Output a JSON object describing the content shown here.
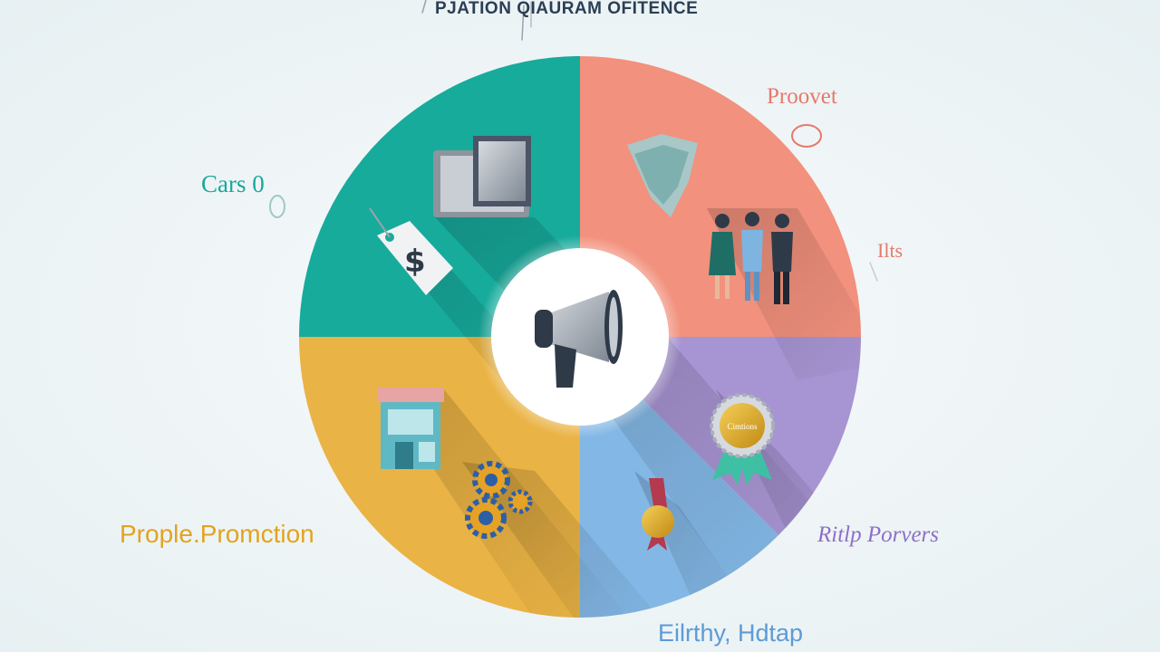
{
  "title": "PJATION QIAURAM OFITENCE",
  "labels": {
    "top_right": "Proovet",
    "left_top": "Cars 0",
    "right_mid": "Ilts",
    "bottom_left": "Prople.Promction",
    "bottom_right": "Ritlp Porvers",
    "bottom": "Eilrthy, Hdtap"
  },
  "badge_text": "Cimtions",
  "colors": {
    "background": "#eef4f6",
    "teal": "#17ab9c",
    "salmon": "#f2917d",
    "yellow": "#eab345",
    "lavender": "#a794d2",
    "sky": "#83b7e5",
    "center": "#ffffff",
    "title_teal": "#1e9e95",
    "title_dark": "#2b3e55",
    "label_salmon": "#e5796b",
    "label_teal": "#1aa79a",
    "label_gold": "#e3a31f",
    "label_purple": "#8e6fc7",
    "label_blue": "#5d9bd6"
  },
  "icons": {
    "teal_segment": [
      "monitor-icon",
      "price-tag-icon"
    ],
    "salmon_segment": [
      "map-icon",
      "people-icon"
    ],
    "yellow_segment": [
      "storefront-icon",
      "gears-icon"
    ],
    "lavender_segment": [
      "award-badge-icon"
    ],
    "sky_segment": [
      "medal-icon"
    ],
    "center": "megaphone-icon"
  }
}
